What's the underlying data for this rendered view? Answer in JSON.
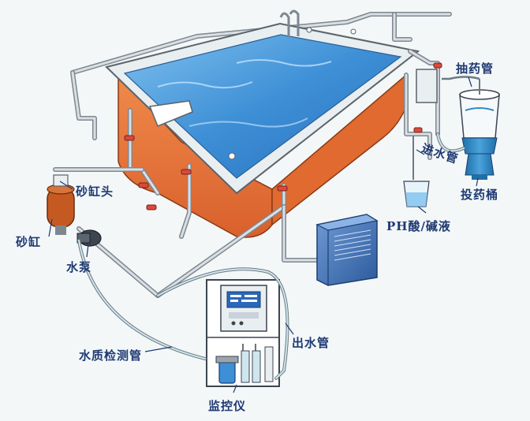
{
  "labels": {
    "sand_tank_head": "砂缸头",
    "sand_tank": "砂缸",
    "water_pump": "水泵",
    "water_quality_pipe": "水质检测管",
    "monitor": "监控仪",
    "outlet_pipe": "出水管",
    "ph_solution": "PH酸/碱液",
    "inlet_pipe": "进水管",
    "dosing_bucket": "投药桶",
    "suction_pipe": "抽药管"
  },
  "colors": {
    "water": "#3d8fd6",
    "pool_wall": "#e8743a",
    "pipe": "#7e8790",
    "label_text": "#1f3a73",
    "monitor_screen": "#2a67b8",
    "dosing_bucket": "#2f88c5",
    "pump_box": "#3d6fb5"
  }
}
